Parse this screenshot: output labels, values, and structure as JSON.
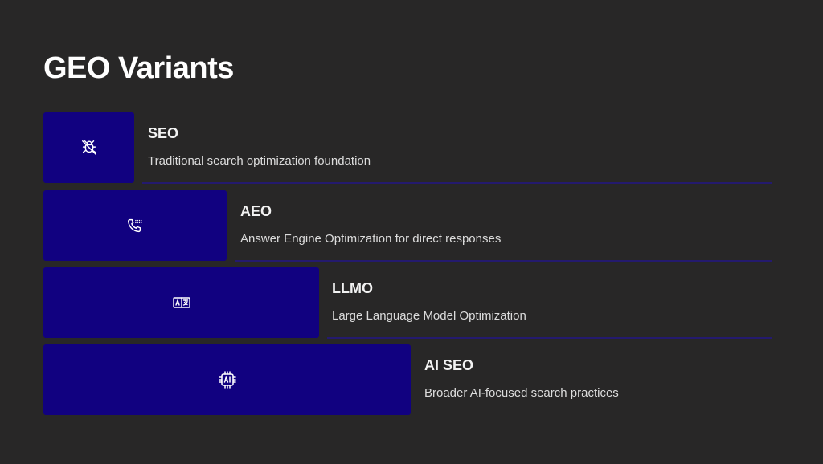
{
  "page": {
    "title": "GEO Variants"
  },
  "colors": {
    "background": "#282727",
    "block": "#110180",
    "divider": "#241a6e",
    "title": "#ffffff",
    "text": "#dcdcdc"
  },
  "variants": [
    {
      "title": "SEO",
      "description": "Traditional search optimization foundation",
      "icon": "bug-off-icon"
    },
    {
      "title": "AEO",
      "description": "Answer Engine Optimization for direct responses",
      "icon": "phone-call-icon"
    },
    {
      "title": "LLMO",
      "description": "Large Language Model Optimization",
      "icon": "language-icon"
    },
    {
      "title": "AI SEO",
      "description": "Broader AI-focused search practices",
      "icon": "ai-chip-icon"
    }
  ]
}
